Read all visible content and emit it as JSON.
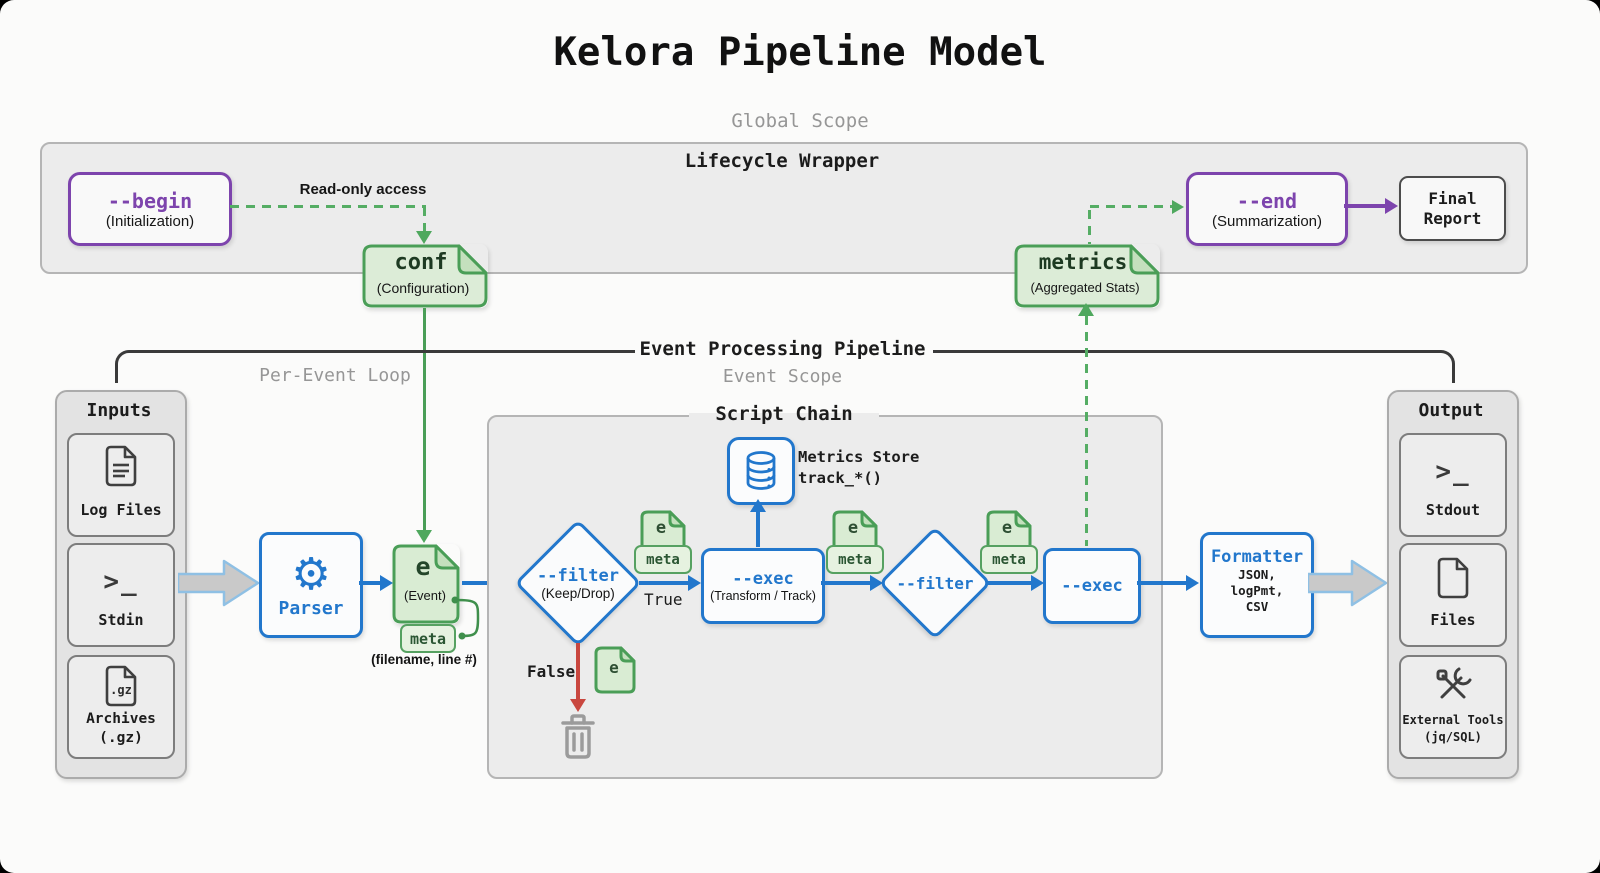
{
  "title": "Kelora Pipeline Model",
  "labels": {
    "global_scope": "Global Scope",
    "lifecycle_wrapper": "Lifecycle Wrapper",
    "read_only": "Read-only access",
    "event_pipeline": "Event Processing Pipeline",
    "event_scope": "Event Scope",
    "per_event_loop": "Per-Event Loop",
    "script_chain": "Script Chain",
    "true_label": "True",
    "false_label": "False"
  },
  "nodes": {
    "begin": {
      "label": "--begin",
      "sublabel": "(Initialization)"
    },
    "conf": {
      "label": "conf",
      "sublabel": "(Configuration)"
    },
    "metrics": {
      "label": "metrics",
      "sublabel": "(Aggregated Stats)"
    },
    "end": {
      "label": "--end",
      "sublabel": "(Summarization)"
    },
    "final_report": {
      "line1": "Final",
      "line2": "Report"
    },
    "parser": {
      "label": "Parser"
    },
    "event": {
      "label": "e",
      "sublabel": "(Event)",
      "meta": "meta",
      "note": "(filename, line #)"
    },
    "filter1": {
      "label": "--filter",
      "sublabel": "(Keep/Drop)"
    },
    "exec1": {
      "label": "--exec",
      "sublabel": "(Transform / Track)"
    },
    "metrics_store": {
      "line1": "Metrics Store",
      "line2": "track_*()"
    },
    "filter2": {
      "label": "--filter"
    },
    "exec2": {
      "label": "--exec"
    },
    "formatter": {
      "label": "Formatter",
      "formats": [
        "JSON,",
        "logPmt,",
        "CSV"
      ]
    },
    "event_badge": {
      "label": "e",
      "meta": "meta"
    }
  },
  "inputs": {
    "title": "Inputs",
    "items": [
      {
        "label": "Log Files"
      },
      {
        "label": "Stdin"
      },
      {
        "label": "Archives",
        "sublabel": "(.gz)",
        "badge": ".gz"
      }
    ]
  },
  "output": {
    "title": "Output",
    "items": [
      {
        "label": "Stdout"
      },
      {
        "label": "Files"
      },
      {
        "label": "External Tools",
        "sublabel": "(jq/SQL)"
      }
    ]
  },
  "colors": {
    "blue": "#2277cc",
    "green": "#4a9e57",
    "green_fill": "#dcecd7",
    "purple": "#7d44ad",
    "red": "#c9473f",
    "panel_gray": "#ececec",
    "dark": "#1c1c1c",
    "muted": "#969696"
  }
}
